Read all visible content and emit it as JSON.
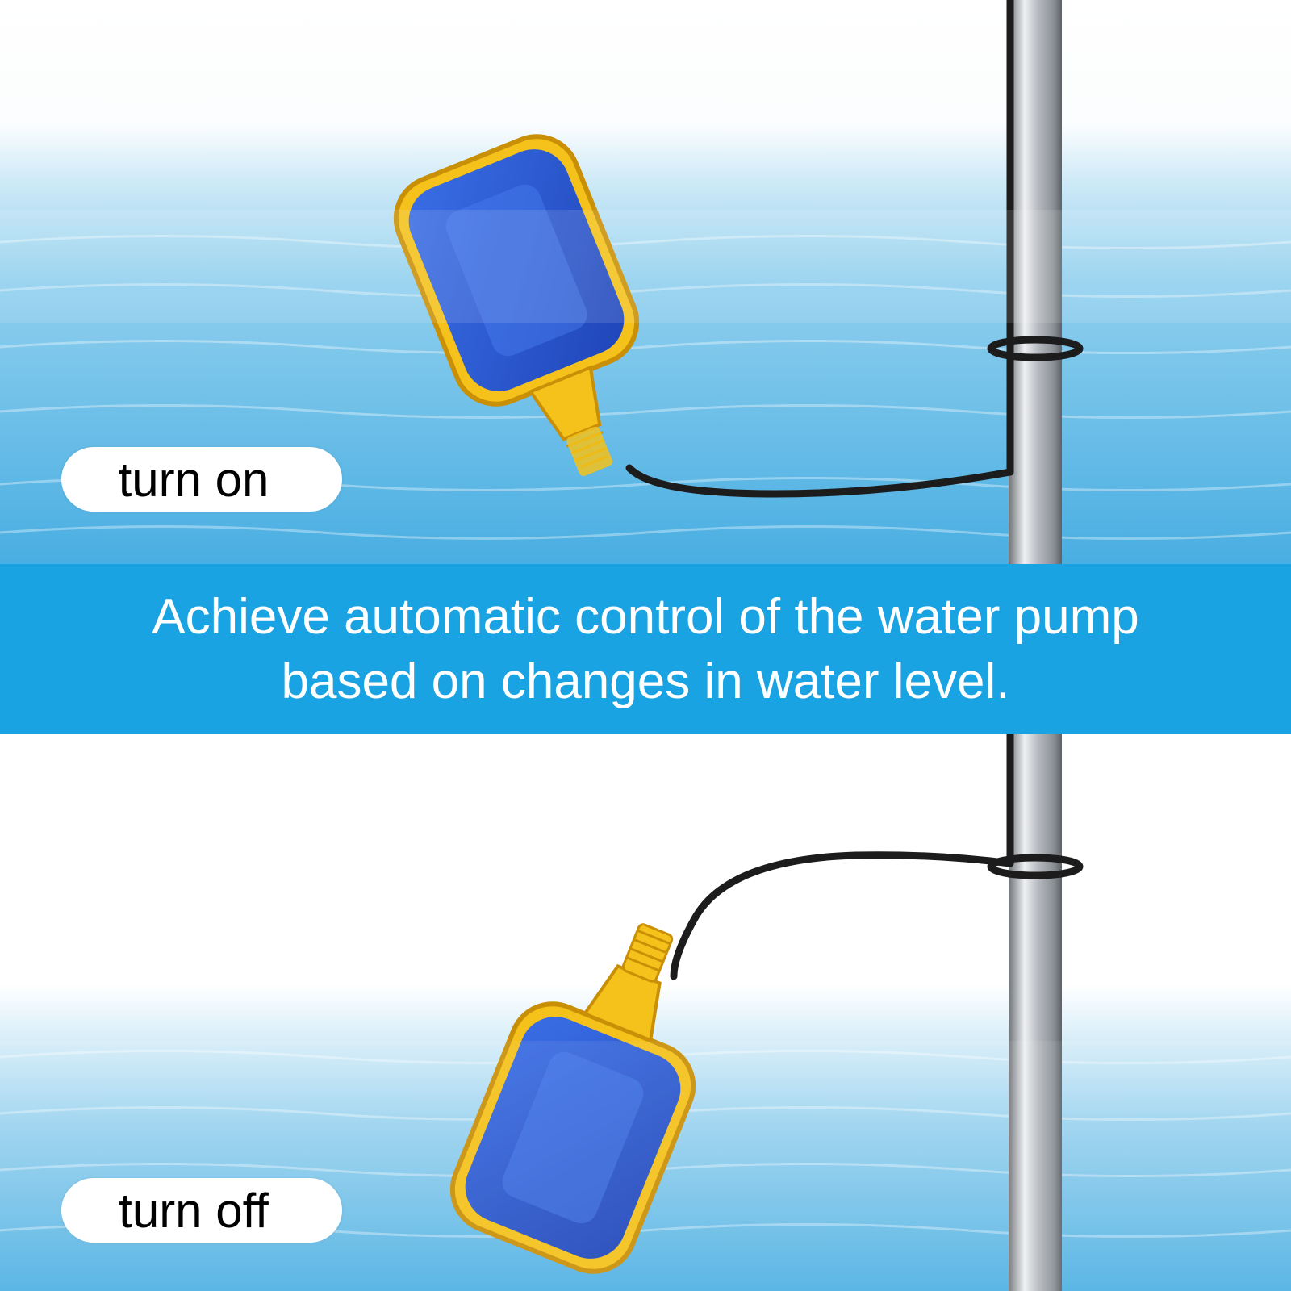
{
  "labels": {
    "state_on": "turn on",
    "state_off": "turn off"
  },
  "banner": {
    "line1": "Achieve automatic control of the water pump",
    "line2": "based on changes in water level."
  },
  "colors": {
    "banner": "#1aa3e2",
    "water_light": "#a9dcf2",
    "water_mid": "#66bde6",
    "water_deep": "#3fa4dc",
    "float_shell": "#f4c21a",
    "float_body": "#2a5bd6",
    "cable": "#1c1c1c",
    "pipe": "#c9ccd0",
    "pill_bg": "#ffffff"
  },
  "icons": {
    "float_switch": "float-switch-icon",
    "pipe": "pipe-icon",
    "cable": "cable-icon"
  }
}
